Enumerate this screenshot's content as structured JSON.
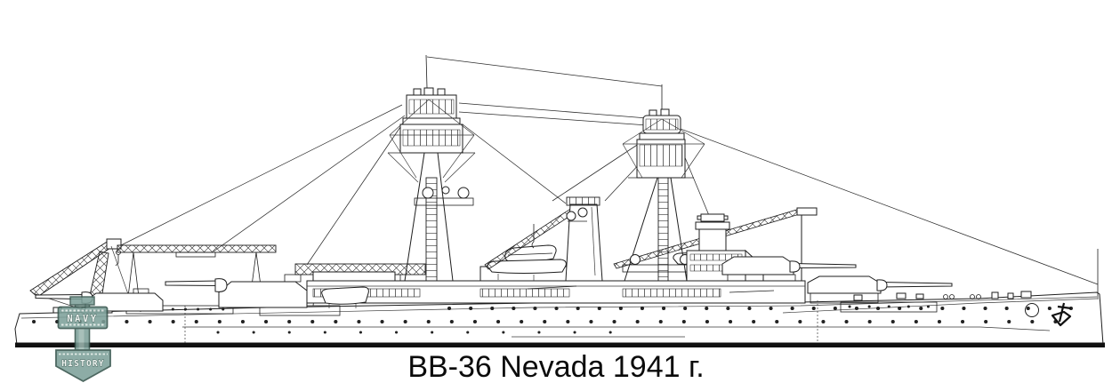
{
  "page": {
    "background_color": "#ffffff"
  },
  "caption": {
    "text": "BB-36 Nevada 1941 г.",
    "color": "#0b0b0b"
  },
  "watermark": {
    "navy": "NAVY",
    "history": "HISTORY",
    "fill": "#7da099",
    "fill_light": "#aec3bd",
    "edge": "#33524a",
    "text_color": "#eef4f1"
  },
  "drawing": {
    "ink_color": "#1e1e1e",
    "style": "black line-art side profile of a battleship on white background"
  }
}
